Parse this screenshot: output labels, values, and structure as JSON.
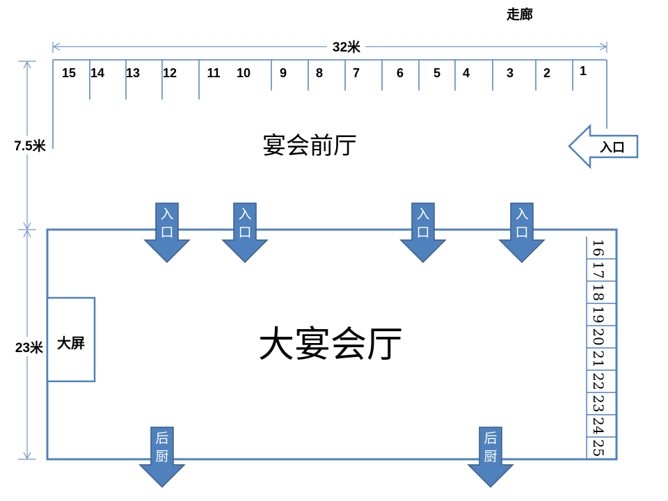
{
  "corridor_label": "走廊",
  "width_label": "32米",
  "foyer_depth_label": "7.5米",
  "hall_depth_label": "23米",
  "foyer_title": "宴会前厅",
  "hall_title": "大宴会厅",
  "screen_label": "大屏",
  "entrance_label": "入口",
  "kitchen_label": "后厨",
  "top_booths": [
    "15",
    "14",
    "13",
    "12",
    "11",
    "10",
    "9",
    "8",
    "7",
    "6",
    "5",
    "4",
    "3",
    "2",
    "1"
  ],
  "side_booths": [
    "16",
    "17",
    "18",
    "19",
    "20",
    "21",
    "22",
    "23",
    "24",
    "25"
  ],
  "colors": {
    "line": "#4f81bd",
    "arrow_fill": "#4f81bd",
    "arrow_stroke": "#385d8a",
    "dimension": "#6f93c7",
    "text": "#000000",
    "arrow_text": "#ffffff"
  }
}
